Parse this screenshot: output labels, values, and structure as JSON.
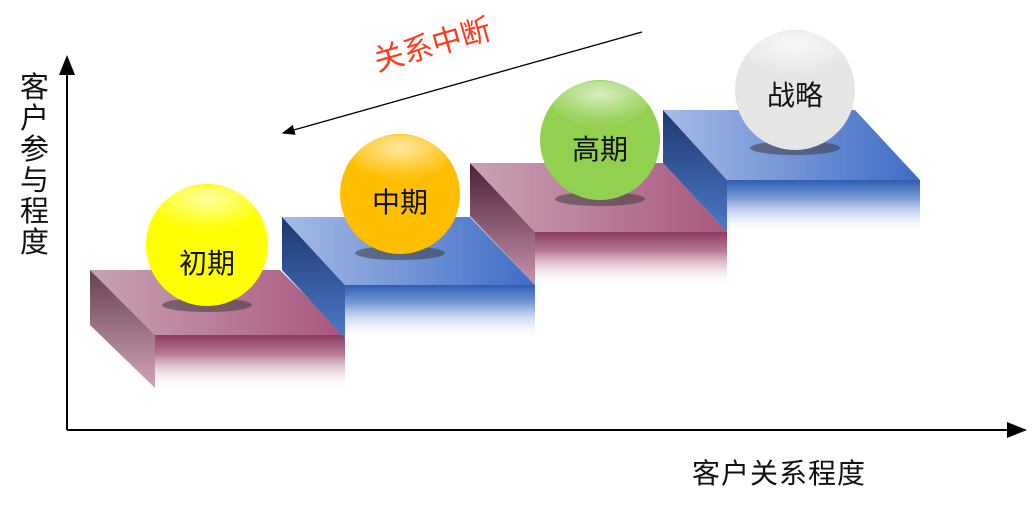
{
  "axes": {
    "y_label": "客户参与程度",
    "x_label": "客户关系程度"
  },
  "annotation": {
    "text": "关系中断",
    "color": "#ff3a1a"
  },
  "stages": [
    {
      "label": "初期",
      "color": "#ffff00"
    },
    {
      "label": "中期",
      "color": "#ffbf00"
    },
    {
      "label": "高期",
      "color": "#92d050"
    },
    {
      "label": "战略",
      "color": "#e6e6e6"
    }
  ]
}
